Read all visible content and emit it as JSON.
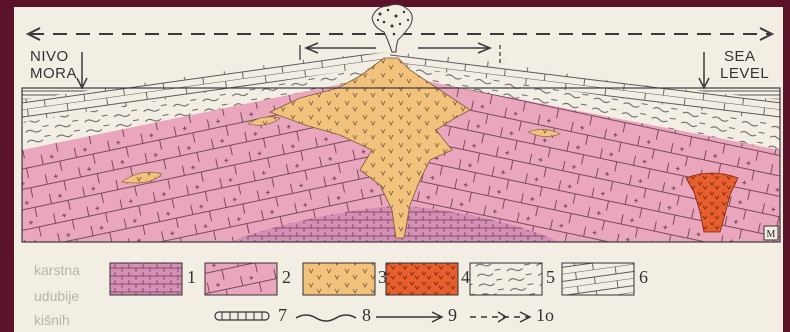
{
  "labels": {
    "left_line1": "NIVO",
    "left_line2": "MORA",
    "right_line1": "SEA",
    "right_line2": "LEVEL",
    "author_mark": "M"
  },
  "legend": {
    "items": [
      {
        "number": "1",
        "texture": "fine-brick-dashes",
        "color": "#d58eb4"
      },
      {
        "number": "2",
        "texture": "cross-hatch-rock",
        "color": "#eaa6bd"
      },
      {
        "number": "3",
        "texture": "volcanic-v",
        "color": "#f2c27d"
      },
      {
        "number": "4",
        "texture": "volcanic-v-red",
        "color": "#e65f2c"
      },
      {
        "number": "5",
        "texture": "wavy-lens-sediment",
        "color": "#f3eee4"
      },
      {
        "number": "6",
        "texture": "brick-layers",
        "color": "#f3eee4"
      }
    ],
    "line_symbols": [
      {
        "number": "7",
        "symbol": "beaded-band"
      },
      {
        "number": "8",
        "symbol": "wavy-line"
      },
      {
        "number": "9",
        "symbol": "arrow"
      },
      {
        "number": "1o",
        "symbol": "dashed-arrow"
      }
    ]
  },
  "colors": {
    "frame": "#5a1228",
    "background": "#f3eee4",
    "pink_rock": "#eaa6bd",
    "magenta_rock": "#d58eb4",
    "orange_volcanic": "#f2c27d",
    "red_volcanic": "#e65f2c",
    "ink": "#3a3a3a"
  },
  "background_text": {
    "line1": "karstna",
    "line2": "udubije",
    "line3": "kišnih"
  }
}
